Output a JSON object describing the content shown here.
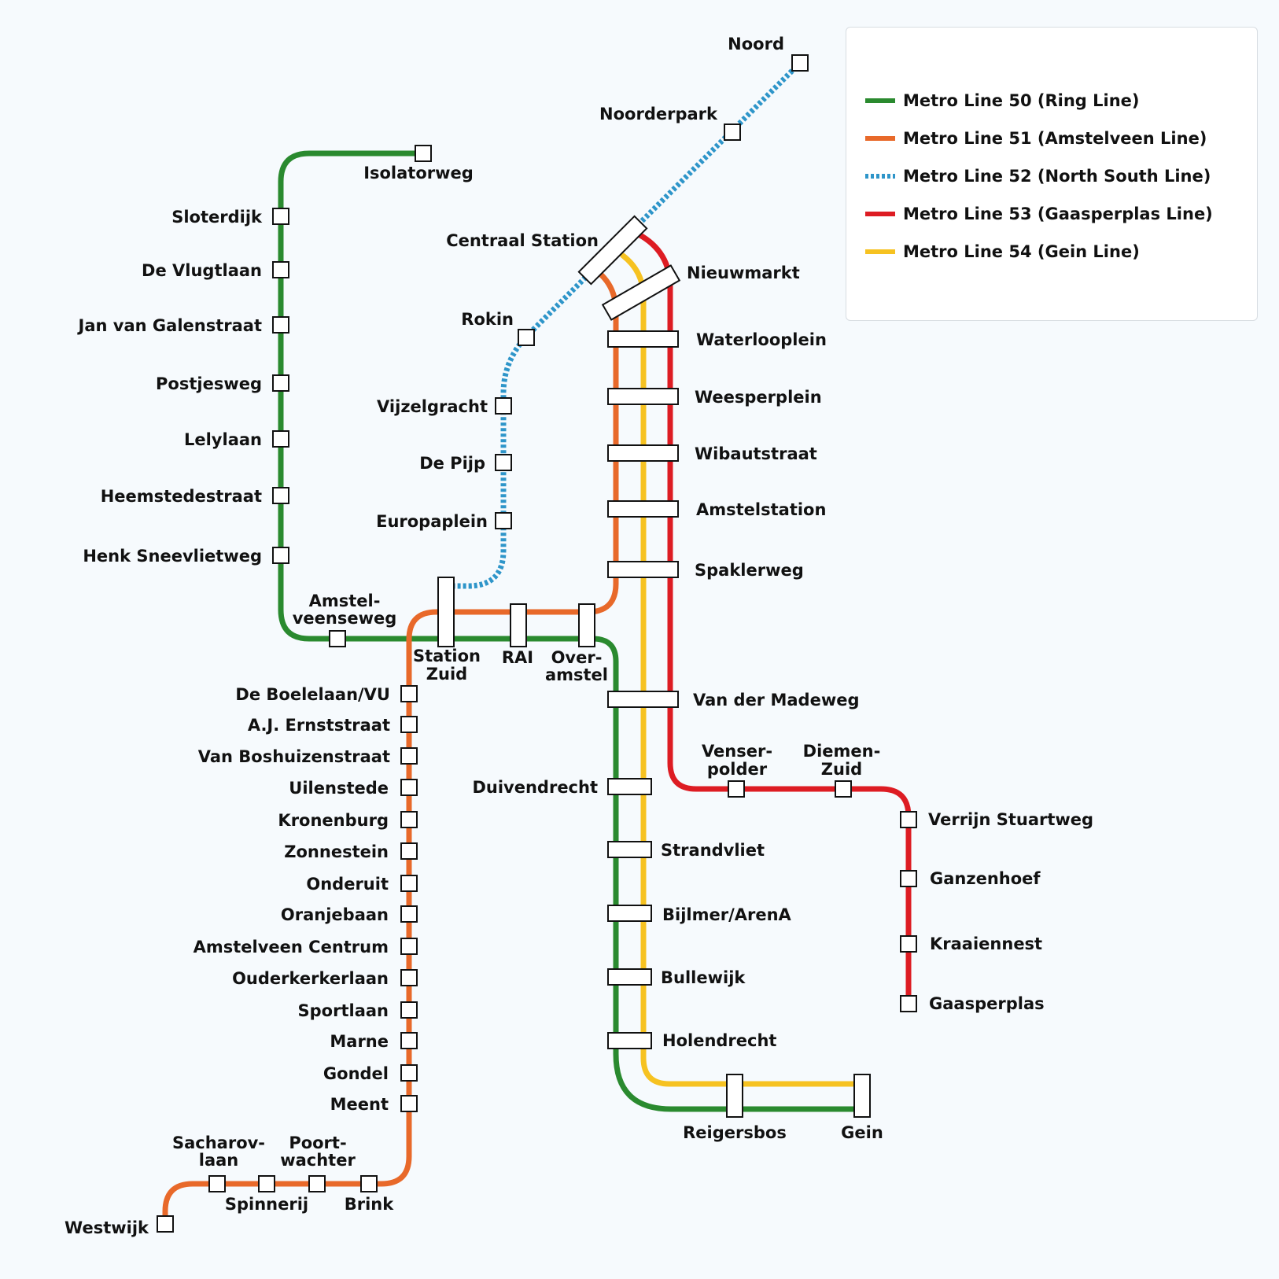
{
  "legend": [
    {
      "label": "Metro Line 50 (Ring Line)",
      "color": "#2a8a2f",
      "style": "solid"
    },
    {
      "label": "Metro Line 51 (Amstelveen Line)",
      "color": "#e8692a",
      "style": "solid"
    },
    {
      "label": "Metro Line 52 (North South Line)",
      "color": "#2e95c9",
      "style": "dotted"
    },
    {
      "label": "Metro Line 53 (Gaasperplas Line)",
      "color": "#dd1c23",
      "style": "solid"
    },
    {
      "label": "Metro Line 54 (Gein Line)",
      "color": "#f6c221",
      "style": "solid"
    }
  ],
  "stations": {
    "noord": "Noord",
    "noorderpark": "Noorderpark",
    "centraal": "Centraal Station",
    "rokin": "Rokin",
    "vijzelgracht": "Vijzelgracht",
    "depijp": "De Pijp",
    "europaplein": "Europaplein",
    "nieuwmarkt": "Nieuwmarkt",
    "waterlooplein": "Waterlooplein",
    "weesperplein": "Weesperplein",
    "wibautstraat": "Wibautstraat",
    "amstelstation": "Amstelstation",
    "spaklerweg": "Spaklerweg",
    "vandermadeweg": "Van der Madeweg",
    "isolatorweg": "Isolatorweg",
    "sloterdijk": "Sloterdijk",
    "devlugtlaan": "De Vlugtlaan",
    "janvangalenstraat": "Jan van Galenstraat",
    "postjesweg": "Postjesweg",
    "lelylaan": "Lelylaan",
    "heemstedestraat": "Heemstedestraat",
    "henksneevlietweg": "Henk Sneevlietweg",
    "amstelveenseweg_1": "Amstel-",
    "amstelveenseweg_2": "veenseweg",
    "stationzuid_1": "Station",
    "stationzuid_2": "Zuid",
    "rai": "RAI",
    "overamstel_1": "Over-",
    "overamstel_2": "amstel",
    "duivendrecht": "Duivendrecht",
    "strandvliet": "Strandvliet",
    "bijlmer": "Bijlmer/ArenA",
    "bullewijk": "Bullewijk",
    "holendrecht": "Holendrecht",
    "reigersbos": "Reigersbos",
    "gein": "Gein",
    "venserpolder_1": "Venser-",
    "venserpolder_2": "polder",
    "diemenzuid_1": "Diemen-",
    "diemenzuid_2": "Zuid",
    "verrijnstuartweg": "Verrijn Stuartweg",
    "ganzenhoef": "Ganzenhoef",
    "kraaiennest": "Kraaiennest",
    "gaasperplas": "Gaasperplas",
    "deboelelaan": "De Boelelaan/VU",
    "ajernststraat": "A.J. Ernststraat",
    "vanboshuizenstraat": "Van Boshuizenstraat",
    "uilenstede": "Uilenstede",
    "kronenburg": "Kronenburg",
    "zonnestein": "Zonnestein",
    "onderuit": "Onderuit",
    "oranjebaan": "Oranjebaan",
    "amstelveencentrum": "Amstelveen Centrum",
    "ouderkerkerlaan": "Ouderkerkerlaan",
    "sportlaan": "Sportlaan",
    "marne": "Marne",
    "gondel": "Gondel",
    "meent": "Meent",
    "sacharovlaan_1": "Sacharov-",
    "sacharovlaan_2": "laan",
    "poortwachter_1": "Poort-",
    "poortwachter_2": "wachter",
    "spinnerij": "Spinnerij",
    "brink": "Brink",
    "westwijk": "Westwijk"
  }
}
